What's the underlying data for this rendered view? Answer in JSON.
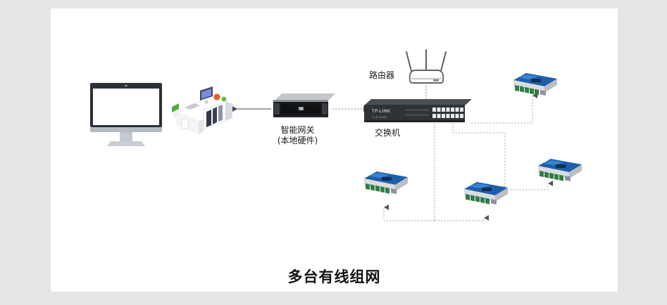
{
  "page": {
    "caption": "多台有线组网",
    "bg_color": "#e6e6e6",
    "card_color": "#ffffff"
  },
  "labels": {
    "gateway_line1": "智能网关",
    "gateway_line2": "(本地硬件)",
    "router": "路由器",
    "switch": "交换机"
  },
  "devices": {
    "monitor": {
      "name": "monitor",
      "screen_color": "#ffffff",
      "bezel_color": "#2b3038"
    },
    "workstation": {
      "name": "office-workstation-illustration"
    },
    "gateway_server": {
      "name": "rack-server",
      "body_color": "#1c1c1c",
      "top_color": "#b9bcc0"
    },
    "router": {
      "name": "wireless-router",
      "antennas": 3,
      "stroke": "#5a5f66"
    },
    "switch": {
      "name": "network-switch",
      "brand": "TP-LINK",
      "ports": 16,
      "body_color": "#2f3338"
    },
    "controllers": [
      {
        "name": "controller-module-1",
        "top_color": "#1f5fa8",
        "body_color": "#d9dde0",
        "terminal_color": "#2f7d46"
      },
      {
        "name": "controller-module-2",
        "top_color": "#1f5fa8",
        "body_color": "#d9dde0",
        "terminal_color": "#2f7d46"
      },
      {
        "name": "controller-module-3",
        "top_color": "#1f5fa8",
        "body_color": "#d9dde0",
        "terminal_color": "#2f7d46"
      },
      {
        "name": "controller-module-4",
        "top_color": "#1f5fa8",
        "body_color": "#d9dde0",
        "terminal_color": "#2f7d46"
      }
    ]
  },
  "connections": {
    "line_color": "#9a9a9a",
    "solid_arrow_color": "#4a4a4a",
    "items": [
      {
        "name": "gateway-to-workstation",
        "style": "solid",
        "direction": "left"
      },
      {
        "name": "gateway-to-switch",
        "style": "dotted",
        "direction": "right"
      },
      {
        "name": "router-to-switch",
        "style": "dotted",
        "direction": "down"
      },
      {
        "name": "switch-to-controller-1",
        "style": "dotted",
        "direction": "up"
      },
      {
        "name": "switch-to-controller-2",
        "style": "dotted",
        "direction": "up"
      },
      {
        "name": "switch-to-controller-3",
        "style": "dotted",
        "direction": "up"
      },
      {
        "name": "switch-to-controller-4",
        "style": "dotted",
        "direction": "up"
      }
    ]
  }
}
